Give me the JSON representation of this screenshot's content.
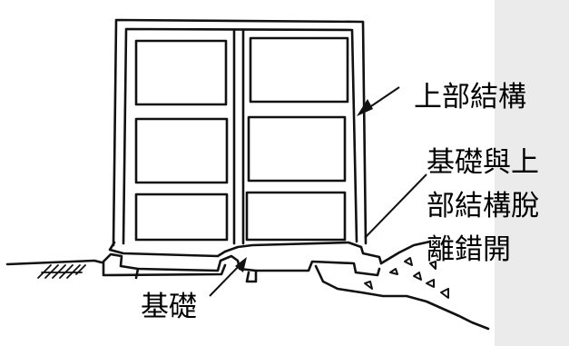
{
  "labels": {
    "superstructure": "上部結構",
    "separation_line1": "基礎與上",
    "separation_line2": "部結構脫",
    "separation_line3": "離錯開",
    "foundation": "基礎"
  }
}
